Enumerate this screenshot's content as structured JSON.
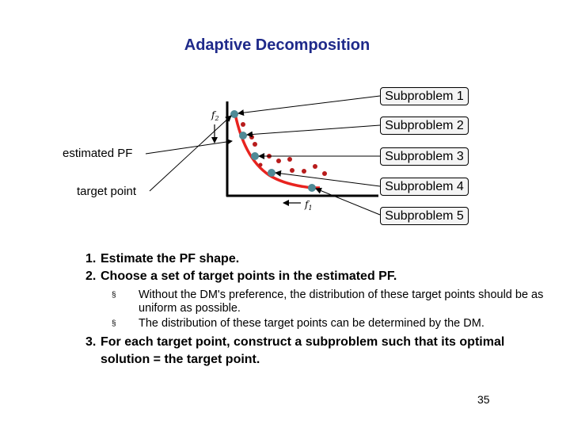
{
  "slide": {
    "title": "Adaptive Decomposition",
    "page_number": "35"
  },
  "diagram": {
    "axis_y_label": "f2",
    "axis_x_label": "f1",
    "estimated_pf_label": "estimated PF",
    "target_point_label": "target point",
    "subproblems": [
      "Subproblem 1",
      "Subproblem 2",
      "Subproblem 3",
      "Subproblem 4",
      "Subproblem 5"
    ],
    "colors": {
      "front_curve": "#e8231f",
      "target_point": "#4f8a96",
      "solution_dot": "#b81c1c",
      "title": "#1f2a8a",
      "box_fill": "#f4f4f4"
    }
  },
  "steps": [
    {
      "num": "1.",
      "text": "Estimate the PF shape."
    },
    {
      "num": "2.",
      "text": "Choose a set of target points in the estimated PF.",
      "bullets": [
        "Without the DM's preference, the distribution of these target points should be as uniform as possible.",
        "The distribution of these target points can be determined by the DM."
      ]
    },
    {
      "num": "3.",
      "text": "For each target point, construct a subproblem such that its optimal solution = the target point."
    }
  ],
  "bullet_mark": "§"
}
